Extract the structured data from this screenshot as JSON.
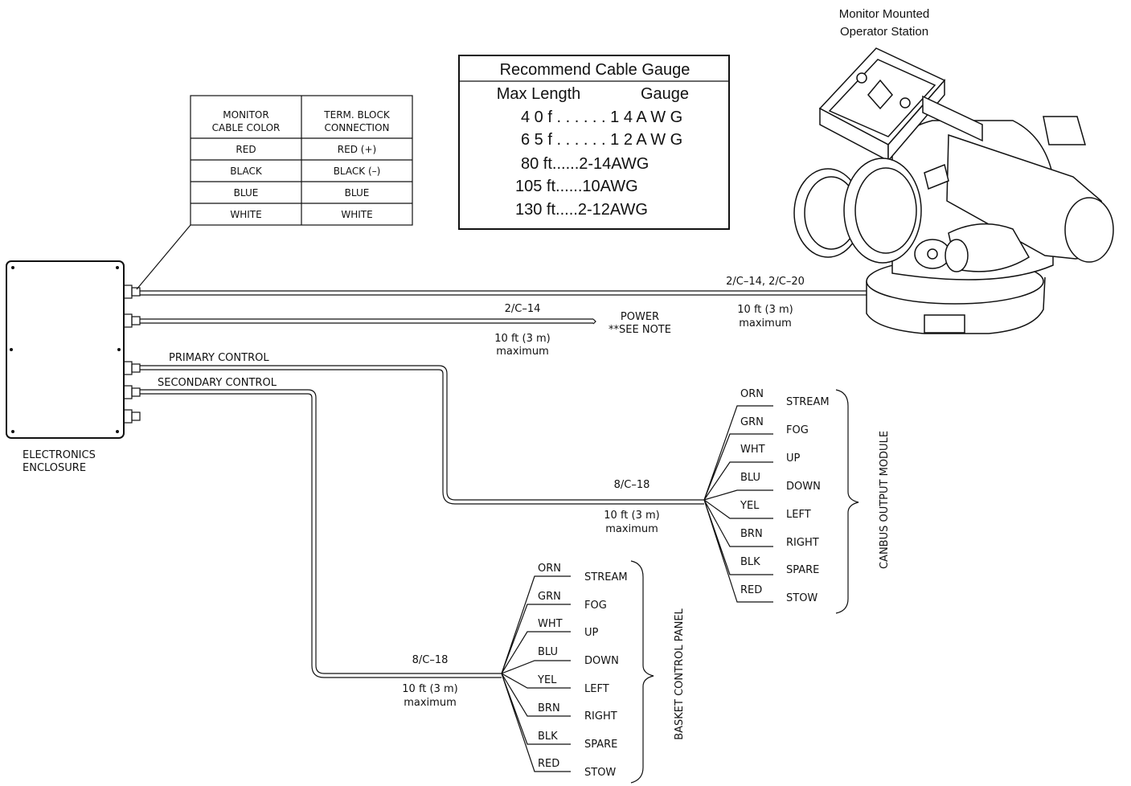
{
  "monitor_station_label": [
    "Monitor Mounted",
    "Operator Station"
  ],
  "gauge_table": {
    "title": "Recommend Cable Gauge",
    "col_length": "Max Length",
    "col_gauge": "Gauge",
    "rows": [
      "4 0 f . . . . . . 1 4 A W G",
      "6 5 f . . . . . . 1 2 A W G",
      "80 ft......2-14AWG",
      "105 ft......10AWG",
      "130 ft.....2-12AWG"
    ]
  },
  "color_table": {
    "head_left": [
      "MONITOR",
      "CABLE COLOR"
    ],
    "head_right": [
      "TERM. BLOCK",
      "CONNECTION"
    ],
    "rows": [
      [
        "RED",
        "RED (+)"
      ],
      [
        "BLACK",
        "BLACK (–)"
      ],
      [
        "BLUE",
        "BLUE"
      ],
      [
        "WHITE",
        "WHITE"
      ]
    ]
  },
  "enclosure_label": [
    "ELECTRONICS",
    "ENCLOSURE"
  ],
  "monitor_cable": {
    "spec": "2/C–14, 2/C–20",
    "length": "10 ft (3 m)",
    "max": "maximum"
  },
  "power_cable": {
    "spec": "2/C–14",
    "length": "10 ft (3 m)",
    "max": "maximum",
    "label": "POWER",
    "note": "**SEE NOTE"
  },
  "primary_label": "PRIMARY CONTROL",
  "secondary_label": "SECONDARY CONTROL",
  "canbus": {
    "spec": "8/C–18",
    "length": "10 ft (3 m)",
    "max": "maximum",
    "module": "CANBUS OUTPUT MODULE",
    "wires": [
      {
        "color": "ORN",
        "func": "STREAM"
      },
      {
        "color": "GRN",
        "func": "FOG"
      },
      {
        "color": "WHT",
        "func": "UP"
      },
      {
        "color": "BLU",
        "func": "DOWN"
      },
      {
        "color": "YEL",
        "func": "LEFT"
      },
      {
        "color": "BRN",
        "func": "RIGHT"
      },
      {
        "color": "BLK",
        "func": "SPARE"
      },
      {
        "color": "RED",
        "func": "STOW"
      }
    ]
  },
  "basket": {
    "spec": "8/C–18",
    "length": "10 ft (3 m)",
    "max": "maximum",
    "module": "BASKET CONTROL PANEL",
    "wires": [
      {
        "color": "ORN",
        "func": "STREAM"
      },
      {
        "color": "GRN",
        "func": "FOG"
      },
      {
        "color": "WHT",
        "func": "UP"
      },
      {
        "color": "BLU",
        "func": "DOWN"
      },
      {
        "color": "YEL",
        "func": "LEFT"
      },
      {
        "color": "BRN",
        "func": "RIGHT"
      },
      {
        "color": "BLK",
        "func": "SPARE"
      },
      {
        "color": "RED",
        "func": "STOW"
      }
    ]
  }
}
